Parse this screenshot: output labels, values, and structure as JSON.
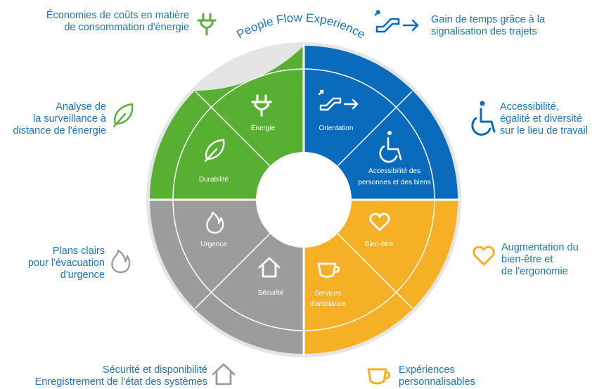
{
  "ring_title": "People Flow Experience",
  "colors": {
    "green": "#58b032",
    "blue": "#0a6bbd",
    "yellow": "#f6b026",
    "gray": "#9d9c9c",
    "ring": "#e5e5e5",
    "text_blue": "#1e73be"
  },
  "segments": {
    "energie": "Énergie",
    "durabilite": "Durabilité",
    "orientation": "Orientation",
    "accessibilite_1": "Accessibilité des",
    "accessibilite_2": "personnes et des biens",
    "urgence": "Urgence",
    "securite": "Sécurité",
    "bien_etre": "Bien-être",
    "services_1": "Services",
    "services_2": "d'ambiance"
  },
  "captions": {
    "energy_savings": [
      "Économies de coûts en matière",
      "de consommation d'énergie"
    ],
    "remote_monitoring": [
      "Analyse de",
      "la surveillance à",
      "distance de l'énergie"
    ],
    "evacuation": [
      "Plans clairs",
      "pour l'évacuation",
      "d'urgence"
    ],
    "safety": [
      "Sécurité et disponibilité",
      "Enregistrement de l'état des systèmes"
    ],
    "time_saving": [
      "Gain de temps grâce à la",
      "signalisation des trajets"
    ],
    "accessibility": [
      "Accessibilité,",
      "égalité et diversité",
      "sur le lieu de travail"
    ],
    "wellbeing": [
      "Augmentation du",
      "bien-être et",
      "de l'ergonomie"
    ],
    "experiences": [
      "Expériences",
      "personnalisables"
    ]
  },
  "icons": {
    "energie": "plug-icon",
    "durabilite": "leaf-icon",
    "orientation": "escalator-arrow-icon",
    "accessibilite": "wheelchair-icon",
    "urgence": "flame-icon",
    "securite": "house-icon",
    "bien_etre": "heart-icon",
    "services": "cup-icon"
  }
}
